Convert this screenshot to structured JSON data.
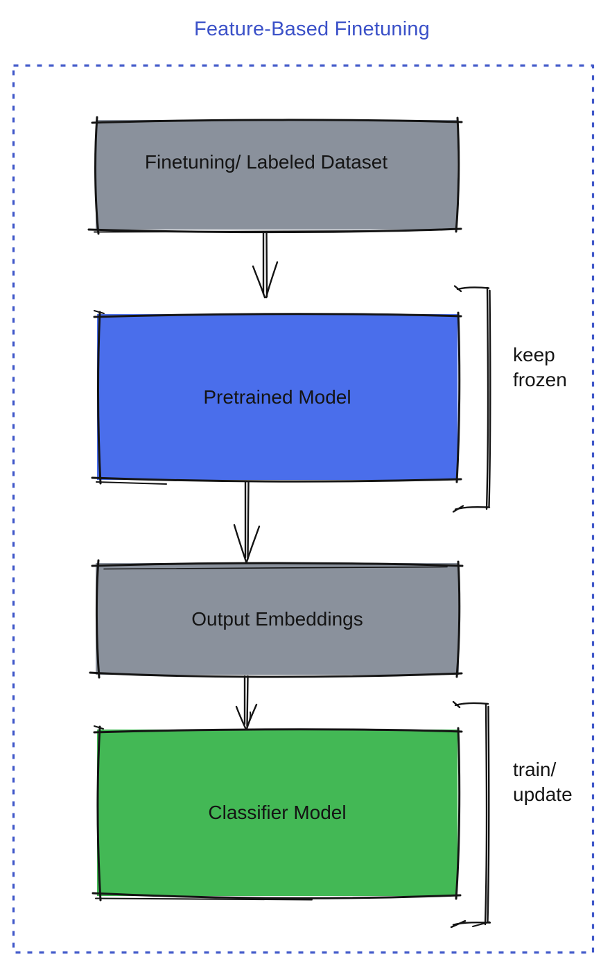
{
  "title": "Feature-Based Finetuning",
  "colors": {
    "title_text": "#3B51C8",
    "frame_border": "#3F57C9",
    "ink": "#141414",
    "gray_fill": "#8A919C",
    "blue_fill": "#4A6EEB",
    "green_fill": "#43B855"
  },
  "nodes": {
    "dataset": {
      "label": "Finetuning/ Labeled Dataset",
      "fill": "#8A919C"
    },
    "pretrained": {
      "label": "Pretrained Model",
      "fill": "#4A6EEB"
    },
    "embeddings": {
      "label": "Output Embeddings",
      "fill": "#8A919C"
    },
    "classifier": {
      "label": "Classifier Model",
      "fill": "#43B855"
    }
  },
  "annotations": {
    "keep_frozen": "keep\nfrozen",
    "train_update": "train/\nupdate"
  }
}
